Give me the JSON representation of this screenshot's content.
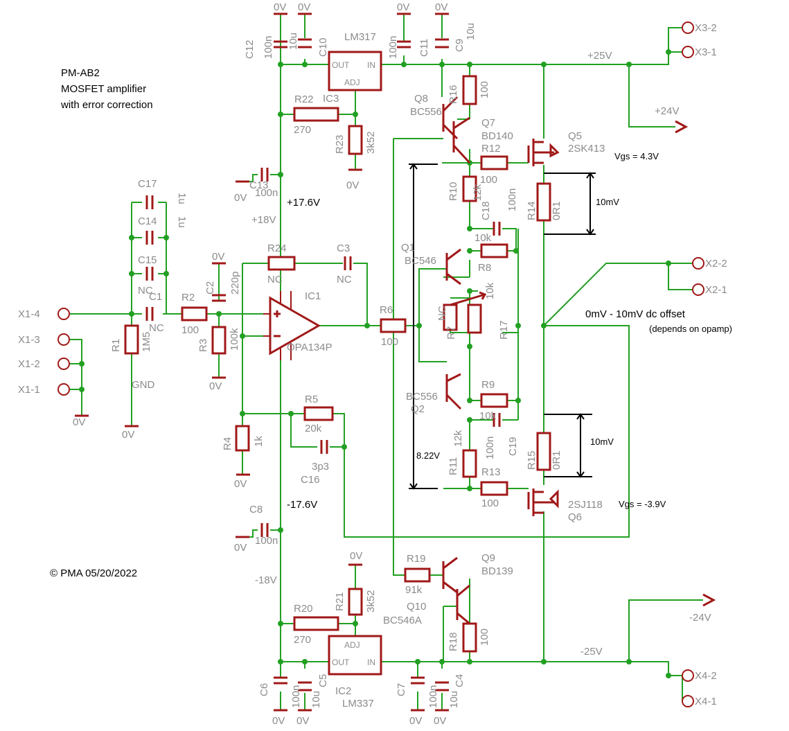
{
  "title": {
    "line1": "PM-AB2",
    "line2": "MOSFET amplifier",
    "line3": "with error correction"
  },
  "copyright": "© PMA  05/20/2022",
  "connectors": {
    "x1_4": "X1-4",
    "x1_3": "X1-3",
    "x1_2": "X1-2",
    "x1_1": "X1-1",
    "x2_2": "X2-2",
    "x2_1": "X2-1",
    "x3_2": "X3-2",
    "x3_1": "X3-1",
    "x4_2": "X4-2",
    "x4_1": "X4-1"
  },
  "rails": {
    "p25": "+25V",
    "n25": "-25V",
    "p24": "+24V",
    "n24": "-24V",
    "p18": "+18V",
    "n18": "-18V",
    "p17_6": "+17.6V",
    "n17_6": "-17.6V",
    "zero": "0V",
    "gnd": "GND"
  },
  "notes": {
    "dc_offset": "0mV - 10mV dc offset",
    "depends": "(depends on opamp)",
    "vgs_top": "Vgs = 4.3V",
    "vgs_bot": "Vgs = -3.9V",
    "mv_top": "10mV",
    "mv_bot": "10mV",
    "v822": "8.22V"
  },
  "parts": {
    "C12": "C12",
    "C12v": "100n",
    "C10": "C10",
    "C10v": "10u",
    "C11": "C11",
    "C11v": "100n",
    "C9": "C9",
    "C9v": "10u",
    "IC3": "IC3",
    "IC3t": "LM317",
    "out": "OUT",
    "in": "IN",
    "adj": "ADJ",
    "IC2": "IC2",
    "IC2t": "LM337",
    "R22": "R22",
    "R22v": "270",
    "R23": "R23",
    "R23v": "3k52",
    "R20": "R20",
    "R20v": "270",
    "R21": "R21",
    "R21v": "3k52",
    "C13": "C13",
    "C13v": "100n",
    "C8": "C8",
    "C8v": "100n",
    "C6": "C6",
    "C6v": "100n",
    "C5": "C5",
    "C5v": "10u",
    "C7": "C7",
    "C7v": "100n",
    "C4": "C4",
    "C4v": "10u",
    "C17": "C17",
    "C17v": "1u",
    "C14": "C14",
    "C14v": "1u",
    "C15": "C15",
    "C15v": "NC",
    "C1": "C1",
    "C1v": "NC",
    "R1": "R1",
    "R1v": "1M5",
    "R2": "R2",
    "R2v": "100",
    "C2": "C2",
    "C2v": "220p",
    "R3": "R3",
    "R3v": "100k",
    "R24": "R24",
    "R24v": "NC",
    "C3": "C3",
    "C3v": "NC",
    "IC1": "IC1",
    "IC1t": "OPA134P",
    "R4": "R4",
    "R4v": "1k",
    "R5": "R5",
    "R5v": "20k",
    "C16": "C16",
    "C16v": "3p3",
    "R6": "R6",
    "R6v": "100",
    "Q8": "Q8",
    "Q8t": "BC556",
    "R16": "R16",
    "R16v": "100",
    "Q7": "Q7",
    "Q7t": "BD140",
    "R12": "R12",
    "R12v": "100",
    "Q5": "Q5",
    "Q5t": "2SK413",
    "R10": "R10",
    "R10v": "12k",
    "C18": "C18",
    "C18v": "100n",
    "R14": "R14",
    "R14v": "0R1",
    "Q1": "Q1",
    "Q1t": "BC546",
    "R8": "R8",
    "R8v": "10k",
    "R7": "R7",
    "R7v": "NC",
    "R17": "R17",
    "R17v": "10k",
    "Q2": "Q2",
    "Q2t": "BC556",
    "R9": "R9",
    "R9v": "10k",
    "C19": "C19",
    "C19v": "100n",
    "R11": "R11",
    "R11v": "12k",
    "R15": "R15",
    "R15v": "0R1",
    "R13": "R13",
    "R13v": "100",
    "Q6": "Q6",
    "Q6t": "2SJ118",
    "Q9": "Q9",
    "Q9t": "BD139",
    "R19": "R19",
    "R19v": "91k",
    "Q10": "Q10",
    "Q10t": "BC546A",
    "R18": "R18",
    "R18v": "100"
  }
}
